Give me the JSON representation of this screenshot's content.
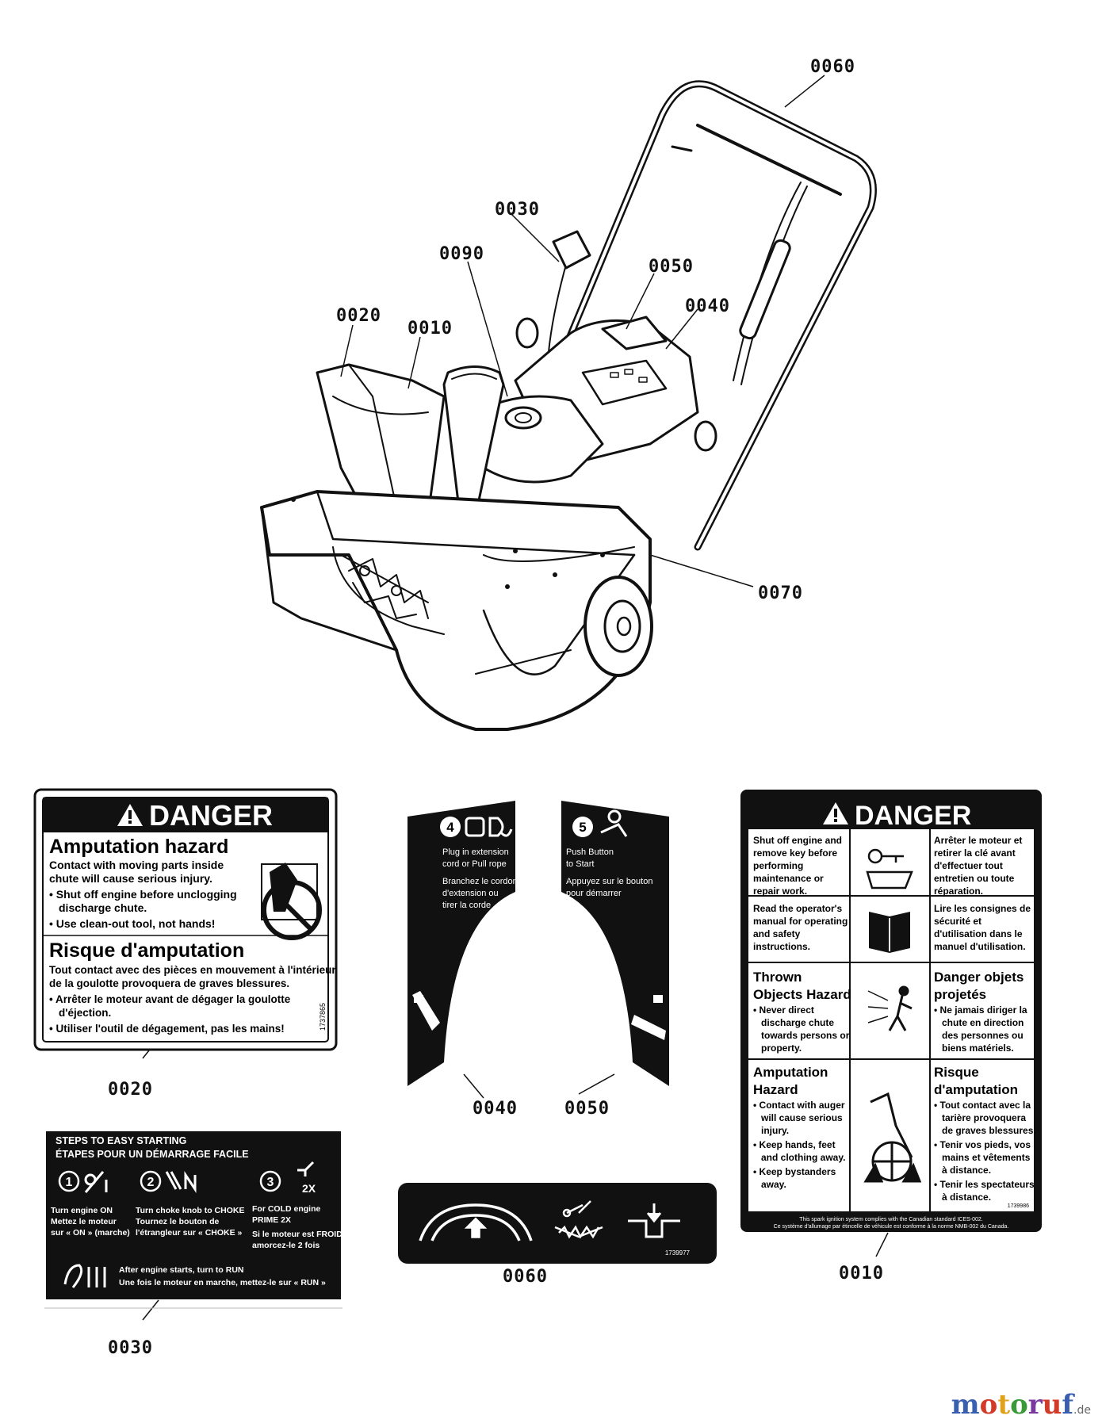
{
  "callouts": {
    "c0060_top": "0060",
    "c0030_top": "0030",
    "c0090": "0090",
    "c0050_top": "0050",
    "c0040_top": "0040",
    "c0020_top": "0020",
    "c0010_top": "0010",
    "c0070": "0070",
    "c0020_bot": "0020",
    "c0040_bot": "0040",
    "c0050_bot": "0050",
    "c0010_bot": "0010",
    "c0030_bot": "0030",
    "c0060_bot": "0060"
  },
  "decal_0020": {
    "header": "DANGER",
    "title_en": "Amputation hazard",
    "line1": "Contact with moving parts inside",
    "line2": "chute will cause serious injury.",
    "b1a": "• Shut off engine before unclogging",
    "b1b": "discharge chute.",
    "b2": "• Use clean-out tool, not hands!",
    "title_fr": "Risque d'amputation",
    "fr1": "Tout contact avec des pièces en mouvement à l'intérieur",
    "fr2": "de la goulotte provoquera de graves blessures.",
    "fr3a": "• Arrêter le moteur avant de dégager la goulotte",
    "fr3b": "d'éjection.",
    "fr4": "• Utiliser l'outil de dégagement, pas les mains!",
    "part_no": "1737865"
  },
  "decal_0040": {
    "step": "4",
    "en1": "Plug in extension",
    "en2": "cord or Pull rope",
    "fr1": "Branchez le cordon",
    "fr2": "d'extension ou",
    "fr3": "tirer la corde"
  },
  "decal_0050": {
    "step": "5",
    "en1": "Push Button",
    "en2": "to Start",
    "fr1": "Appuyez sur le bouton",
    "fr2": "pour démarrer"
  },
  "decal_0010": {
    "header": "DANGER",
    "r1_en": [
      "Shut off engine and",
      "remove key before",
      "performing",
      "maintenance or",
      "repair work."
    ],
    "r1_fr": [
      "Arrêter le moteur et",
      "retirer la clé avant",
      "d'effectuer tout",
      "entretien ou toute",
      "réparation."
    ],
    "r2_en": [
      "Read the operator's",
      "manual for operating",
      "and safety",
      "instructions."
    ],
    "r2_fr": [
      "Lire les consignes de",
      "sécurité et",
      "d'utilisation dans le",
      "manuel d'utilisation."
    ],
    "r3_en_title": [
      "Thrown",
      "Objects Hazard"
    ],
    "r3_en": [
      "• Never direct",
      "discharge chute",
      "towards persons or",
      "property."
    ],
    "r3_fr_title": [
      "Danger objets",
      "projetés"
    ],
    "r3_fr": [
      "• Ne jamais diriger la",
      "chute en direction",
      "des personnes ou",
      "biens matériels."
    ],
    "r4_en_title": [
      "Amputation",
      "Hazard"
    ],
    "r4_en": [
      "• Contact with auger",
      "will cause serious",
      "injury.",
      "• Keep hands, feet",
      "and clothing away.",
      "• Keep bystanders",
      "away."
    ],
    "r4_fr_title": [
      "Risque",
      "d'amputation"
    ],
    "r4_fr": [
      "• Tout contact avec la",
      "tarière provoquera",
      "de graves blessures.",
      "• Tenir vos pieds, vos",
      "mains et vêtements",
      "à distance.",
      "• Tenir les spectateurs",
      "à distance."
    ],
    "part_no": "1739986",
    "foot1": "This spark ignition system complies with the Canadian standard ICES-002.",
    "foot2": "Ce système d'allumage par étincelle de véhicule est conforme à la norme NMB-002 du Canada."
  },
  "decal_0030": {
    "title_en": "STEPS TO EASY STARTING",
    "title_fr": "ÉTAPES POUR UN DÉMARRAGE FACILE",
    "s1": "1",
    "s2": "2",
    "s3": "3",
    "prime": "2X",
    "c1": [
      "Turn engine ON",
      "Mettez le moteur",
      "sur « ON » (marche)"
    ],
    "c2": [
      "Turn choke knob to CHOKE",
      "Tournez le bouton de",
      "l'étrangleur sur « CHOKE »"
    ],
    "c3": [
      "For COLD engine",
      "PRIME 2X",
      "Si le moteur est FROID",
      "amorcez-le 2 fois"
    ],
    "after_en": "After engine starts, turn to RUN",
    "after_fr": "Une fois le moteur en marche, mettez-le sur « RUN »"
  },
  "decal_0060": {
    "part_no": "1739977"
  },
  "brand": {
    "name": "motoruf",
    "tld": ".de",
    "colors": [
      "#3a5fb0",
      "#d23a2a",
      "#e0a21a",
      "#3a9a3a",
      "#7a3aa0",
      "#d23a2a",
      "#3a5fb0"
    ]
  }
}
